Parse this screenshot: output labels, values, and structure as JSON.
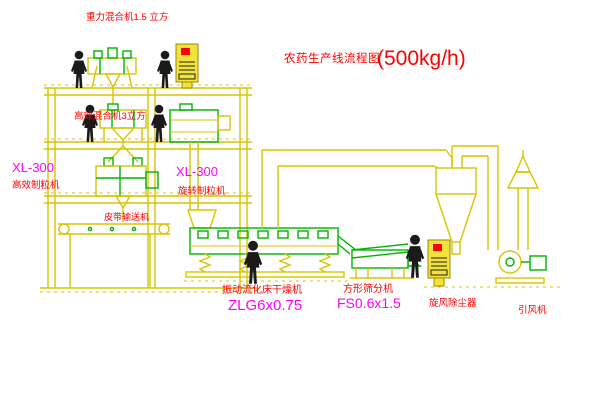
{
  "title": {
    "main": "农药生产线流程图",
    "capacity": "(500kg/h)"
  },
  "labels": {
    "gravity_mixer": "重力混合机1.5 立方",
    "high_eff_mixer": "高效混合机3立方",
    "granulator_left_model": "XL-300",
    "granulator_left_name": "高效制粒机",
    "granulator_mid_model": "XL-300",
    "granulator_mid_name": "旋转制粒机",
    "belt_conveyor": "皮带输送机",
    "dryer_name": "振动流化床干燥机",
    "dryer_model": "ZLG6x0.75",
    "sieve_name": "方形筛分机",
    "sieve_model": "FS0.6x1.5",
    "cyclone_name": "旋风除尘器",
    "fan_name": "引风机"
  },
  "colors": {
    "background": "#ffffff",
    "line_yellow": "#d9c400",
    "line_green": "#00b400",
    "label_red": "#ff0000",
    "model_magenta": "#ff00ff",
    "figure_black": "#1a1a1a"
  }
}
